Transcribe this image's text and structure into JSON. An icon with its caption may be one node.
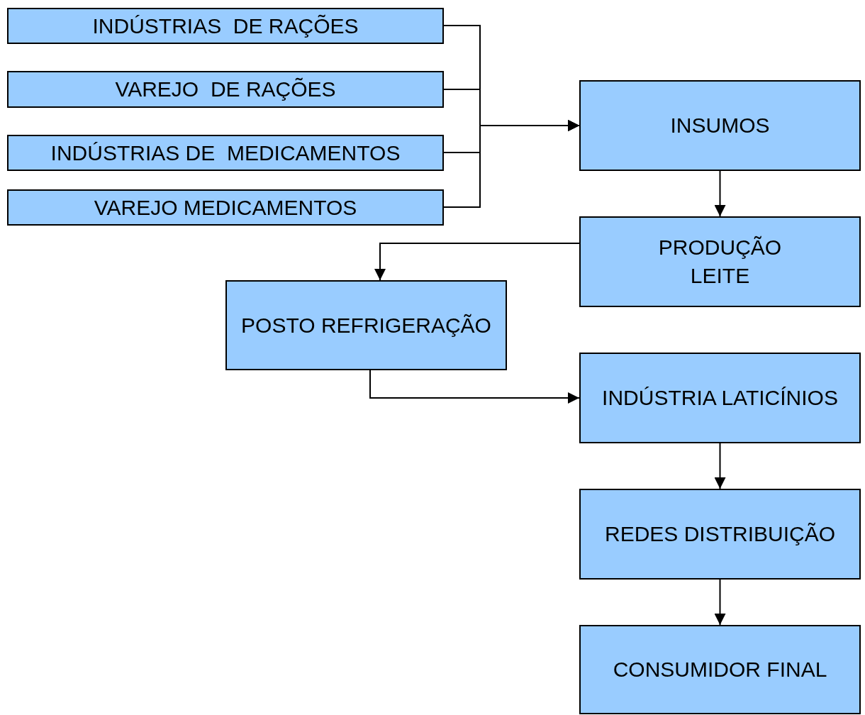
{
  "diagram": {
    "nodes": [
      {
        "text": [
          "INDÚSTRIAS  DE RAÇÕES"
        ]
      },
      {
        "text": [
          "VAREJO  DE RAÇÕES"
        ]
      },
      {
        "text": [
          "INDÚSTRIAS DE  MEDICAMENTOS"
        ]
      },
      {
        "text": [
          "VAREJO MEDICAMENTOS"
        ]
      },
      {
        "text": [
          "INSUMOS"
        ]
      },
      {
        "text": [
          "PRODUÇÃO LEITE"
        ]
      },
      {
        "text": [
          "POSTO REFRIGERAÇÃO"
        ]
      },
      {
        "text": [
          "INDÚSTRIA LATICÍNIOS"
        ]
      },
      {
        "text": [
          "REDES DISTRIBUIÇÃO"
        ]
      },
      {
        "text": [
          "CONSUMIDOR FINAL"
        ]
      }
    ],
    "edges": [
      {
        "from": 0,
        "to": 4,
        "arrow": "to"
      },
      {
        "from": 1,
        "to": 4,
        "arrow": "to"
      },
      {
        "from": 2,
        "to": 4,
        "arrow": "to"
      },
      {
        "from": 3,
        "to": 4,
        "arrow": "to"
      },
      {
        "from": 4,
        "to": 5,
        "arrow": "to"
      },
      {
        "from": 5,
        "to": 6,
        "arrow": "to"
      },
      {
        "from": 6,
        "to": 7,
        "arrow": "to"
      },
      {
        "from": 7,
        "to": 8,
        "arrow": "to"
      },
      {
        "from": 8,
        "to": 9,
        "arrow": "to"
      }
    ]
  }
}
